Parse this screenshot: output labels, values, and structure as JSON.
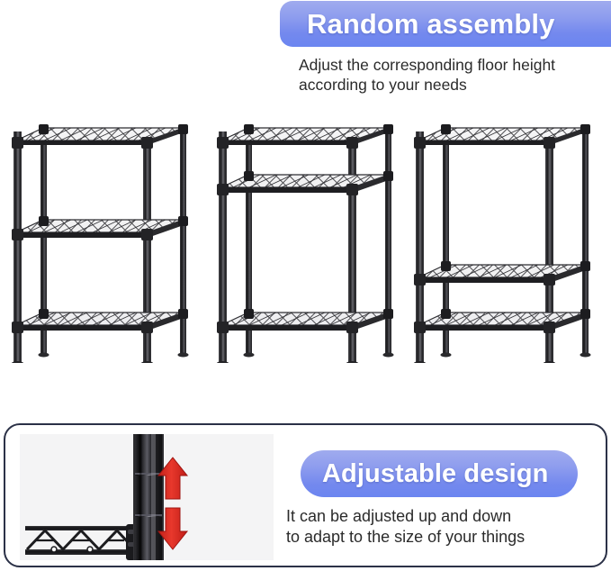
{
  "top": {
    "banner_label": "Random assembly",
    "subtitle": "Adjust the corresponding floor height\naccording to your needs"
  },
  "bottom": {
    "banner_label": "Adjustable design",
    "subtitle": "It can be adjusted up and down\nto adapt to the size of your things"
  },
  "colors": {
    "banner_gradient_start": "#a0abee",
    "banner_gradient_end": "#6b85f0",
    "banner_text": "#ffffff",
    "body_text": "#2b2b2b",
    "card_border": "#2b3147",
    "arrow_red": "#e03127",
    "metal_black": "#2a2a2c",
    "background": "#ffffff"
  },
  "units": [
    {
      "name": "shelving-unit-1",
      "shelf_count": 3,
      "shelf_positions": [
        "top",
        "middle",
        "bottom"
      ],
      "middle_shelf_height_pct": 45
    },
    {
      "name": "shelving-unit-2",
      "shelf_count": 3,
      "shelf_positions": [
        "top",
        "upper",
        "bottom"
      ],
      "middle_shelf_height_pct": 26
    },
    {
      "name": "shelving-unit-3",
      "shelf_count": 3,
      "shelf_positions": [
        "top",
        "lower",
        "bottom"
      ],
      "middle_shelf_height_pct": 64
    }
  ],
  "photo": {
    "name": "adjustable-post-closeup",
    "arrows": [
      "up-arrow",
      "down-arrow"
    ]
  }
}
